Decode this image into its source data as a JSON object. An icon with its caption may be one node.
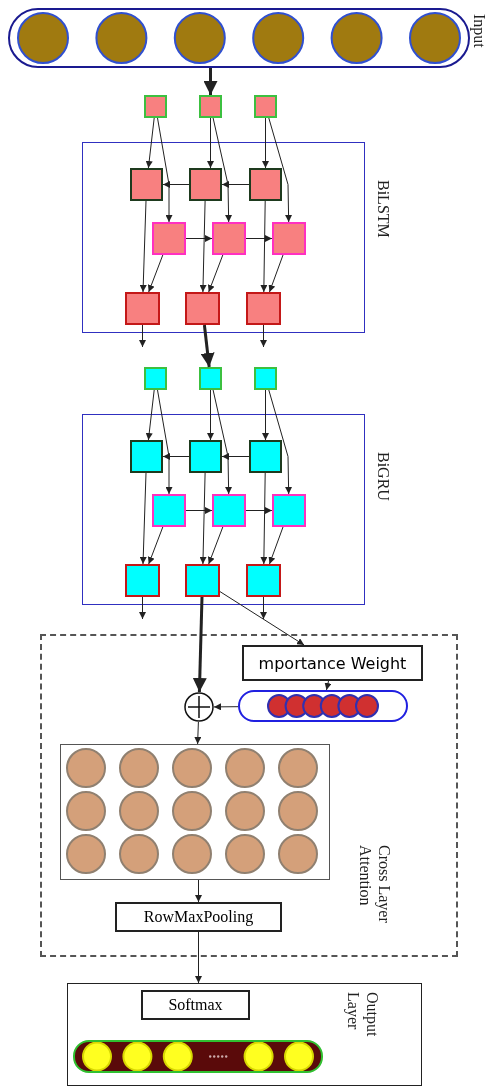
{
  "diagram": {
    "nodes": [
      {
        "text": [
          "Input"
        ]
      },
      {
        "text": [
          "BiLSTM"
        ]
      },
      {
        "text": [],
        "shape": "box"
      },
      {
        "text": [],
        "shape": "box"
      },
      {
        "text": [],
        "shape": "box"
      },
      {
        "text": [],
        "shape": "box",
        "in": 1
      },
      {
        "text": [],
        "shape": "box",
        "in": 1
      },
      {
        "text": [],
        "shape": "box",
        "in": 1
      },
      {
        "text": [],
        "shape": "box",
        "in": 1
      },
      {
        "text": [],
        "shape": "box",
        "in": 1
      },
      {
        "text": [],
        "shape": "box",
        "in": 1
      },
      {
        "text": [],
        "shape": "box",
        "in": 1
      },
      {
        "text": [],
        "shape": "box",
        "in": 1
      },
      {
        "text": [],
        "shape": "box",
        "in": 1
      },
      {
        "text": [
          "BiGRU"
        ]
      },
      {
        "text": [],
        "shape": "box"
      },
      {
        "text": [],
        "shape": "box"
      },
      {
        "text": [],
        "shape": "box"
      },
      {
        "text": [],
        "shape": "box",
        "in": 14
      },
      {
        "text": [],
        "shape": "box",
        "in": 14
      },
      {
        "text": [],
        "shape": "box",
        "in": 14
      },
      {
        "text": [],
        "shape": "box",
        "in": 14
      },
      {
        "text": [],
        "shape": "box",
        "in": 14
      },
      {
        "text": [],
        "shape": "box",
        "in": 14
      },
      {
        "text": [],
        "shape": "box",
        "in": 14
      },
      {
        "text": [],
        "shape": "box",
        "in": 14
      },
      {
        "text": [],
        "shape": "box",
        "in": 14
      },
      {
        "text": [
          "Cross Layer Attention"
        ]
      },
      {
        "text": [
          "mportance Weight"
        ],
        "in": 27
      },
      {
        "text": [],
        "shape": "bar",
        "in": 27
      },
      {
        "text": [],
        "shape": "circle",
        "in": 27
      },
      {
        "text": [],
        "shape": "box",
        "in": 27
      },
      {
        "text": [
          "RowMaxPooling"
        ],
        "in": 27
      },
      {
        "text": [
          "Output Layer"
        ]
      },
      {
        "text": [
          "Softmax"
        ],
        "in": 33
      },
      {
        "text": [],
        "shape": "bar",
        "in": 33
      }
    ],
    "edges": [
      {
        "from": 0,
        "to": 3,
        "arrow": "to",
        "style": "thick"
      },
      {
        "from": 2,
        "to": 5,
        "arrow": "to"
      },
      {
        "from": 2,
        "to": 8,
        "arrow": "to"
      },
      {
        "from": 3,
        "to": 6,
        "arrow": "to"
      },
      {
        "from": 3,
        "to": 9,
        "arrow": "to"
      },
      {
        "from": 4,
        "to": 7,
        "arrow": "to"
      },
      {
        "from": 4,
        "to": 10,
        "arrow": "to"
      },
      {
        "from": 7,
        "to": 6,
        "arrow": "to"
      },
      {
        "from": 6,
        "to": 5,
        "arrow": "to"
      },
      {
        "from": 8,
        "to": 9,
        "arrow": "to"
      },
      {
        "from": 9,
        "to": 10,
        "arrow": "to"
      },
      {
        "from": 5,
        "to": 11,
        "arrow": "to"
      },
      {
        "from": 8,
        "to": 11,
        "arrow": "to"
      },
      {
        "from": 6,
        "to": 12,
        "arrow": "to"
      },
      {
        "from": 9,
        "to": 12,
        "arrow": "to"
      },
      {
        "from": 7,
        "to": 13,
        "arrow": "to"
      },
      {
        "from": 10,
        "to": 13,
        "arrow": "to"
      },
      {
        "from": 11,
        "to": null,
        "arrow": "to"
      },
      {
        "from": 12,
        "to": 16,
        "arrow": "to",
        "style": "thick"
      },
      {
        "from": 13,
        "to": null,
        "arrow": "to"
      },
      {
        "from": 15,
        "to": 18,
        "arrow": "to"
      },
      {
        "from": 15,
        "to": 21,
        "arrow": "to"
      },
      {
        "from": 16,
        "to": 19,
        "arrow": "to"
      },
      {
        "from": 16,
        "to": 22,
        "arrow": "to"
      },
      {
        "from": 17,
        "to": 20,
        "arrow": "to"
      },
      {
        "from": 17,
        "to": 23,
        "arrow": "to"
      },
      {
        "from": 20,
        "to": 19,
        "arrow": "to"
      },
      {
        "from": 19,
        "to": 18,
        "arrow": "to"
      },
      {
        "from": 21,
        "to": 22,
        "arrow": "to"
      },
      {
        "from": 22,
        "to": 23,
        "arrow": "to"
      },
      {
        "from": 18,
        "to": 24,
        "arrow": "to"
      },
      {
        "from": 21,
        "to": 24,
        "arrow": "to"
      },
      {
        "from": 19,
        "to": 25,
        "arrow": "to"
      },
      {
        "from": 22,
        "to": 25,
        "arrow": "to"
      },
      {
        "from": 20,
        "to": 26,
        "arrow": "to"
      },
      {
        "from": 23,
        "to": 26,
        "arrow": "to"
      },
      {
        "from": 24,
        "to": null,
        "arrow": "to"
      },
      {
        "from": 25,
        "to": 30,
        "arrow": "to",
        "style": "thick"
      },
      {
        "from": 26,
        "to": null,
        "arrow": "to"
      },
      {
        "from": 25,
        "to": 28,
        "arrow": "to"
      },
      {
        "from": 28,
        "to": 29,
        "arrow": "to"
      },
      {
        "from": 29,
        "to": 30,
        "arrow": "to"
      },
      {
        "from": 30,
        "to": 31,
        "arrow": "to"
      },
      {
        "from": 31,
        "to": 32,
        "arrow": "to"
      },
      {
        "from": 32,
        "to": 33,
        "arrow": "to"
      }
    ]
  }
}
